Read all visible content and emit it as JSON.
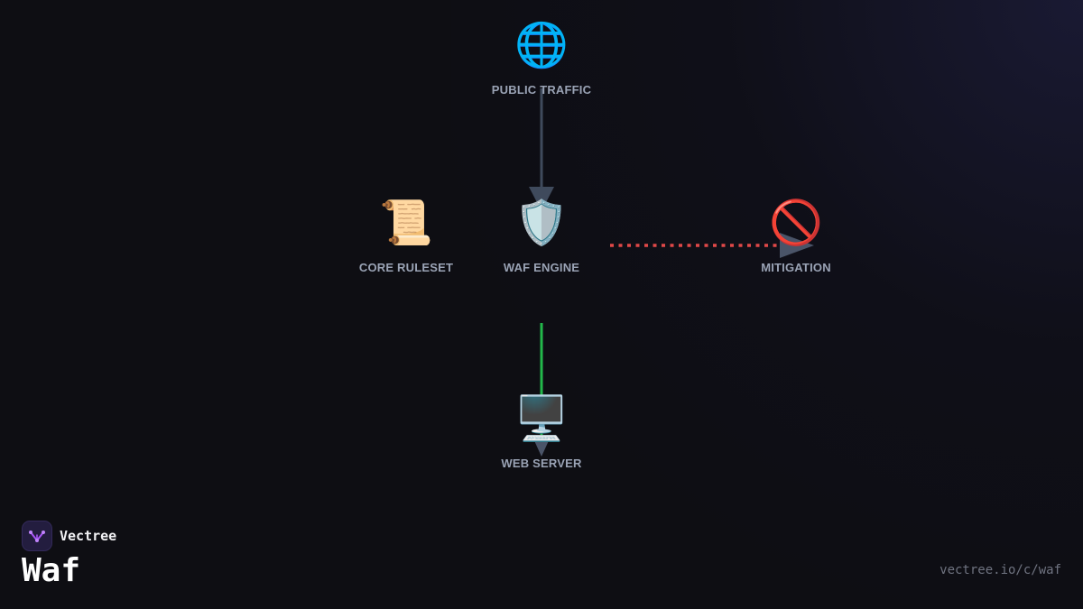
{
  "diagram": {
    "nodes": {
      "public_traffic": {
        "label": "PUBLIC TRAFFIC",
        "icon": "globe-icon",
        "glyph": "🌐"
      },
      "core_ruleset": {
        "label": "CORE RULESET",
        "icon": "scroll-icon",
        "glyph": "📜"
      },
      "waf_engine": {
        "label": "WAF ENGINE",
        "icon": "shield-icon",
        "glyph": "🛡️"
      },
      "mitigation": {
        "label": "MITIGATION",
        "icon": "prohibited-icon",
        "glyph": "🚫"
      },
      "web_server": {
        "label": "WEB SERVER",
        "icon": "desktop-computer-icon",
        "glyph": "🖥️"
      }
    },
    "edges": [
      {
        "from": "public_traffic",
        "to": "waf_engine",
        "style": "solid",
        "color": "#3f4a5c"
      },
      {
        "from": "waf_engine",
        "to": "mitigation",
        "style": "dotted",
        "color": "#e04848"
      },
      {
        "from": "waf_engine",
        "to": "web_server",
        "style": "solid",
        "color": "#22b84a"
      }
    ]
  },
  "brand": {
    "name": "Vectree",
    "logo_icon": "vectree-logo-icon",
    "accent": "#a855f7"
  },
  "page": {
    "title": "Waf",
    "url": "vectree.io/c/waf"
  }
}
